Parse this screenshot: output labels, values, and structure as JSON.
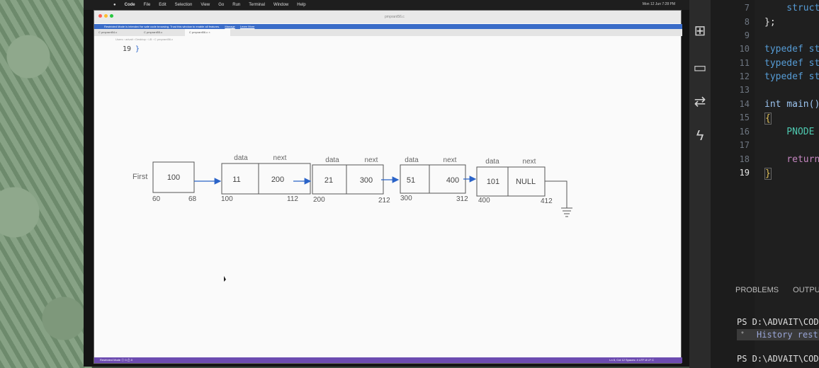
{
  "menubar": {
    "app": "Code",
    "items": [
      "File",
      "Edit",
      "Selection",
      "View",
      "Go",
      "Run",
      "Terminal",
      "Window",
      "Help"
    ],
    "clock": "Mon 12 Jun 7:28 PM"
  },
  "window": {
    "title": "pmprant56.c",
    "restricted_text": "Restricted Mode is intended for safe code browsing. Trust this window to enable all features.",
    "manage_label": "Manage",
    "learn_more_label": "Learn More",
    "tabs": [
      "C pmprant54.c",
      "C pmprant55.c",
      "C pmprant56.c ×"
    ],
    "breadcrumb": "Users › advait › Desktop › LB › C pmprant56.c",
    "code_line_number": "19",
    "code_line_text": "}",
    "statusbar_left": "Restricted Mode   ⓧ 0 ⚠ 0",
    "statusbar_right": "Ln 6, Col 12   Spaces: 4   UTF-8   LF   C"
  },
  "diagram": {
    "head_label": "First",
    "head_value": "100",
    "head_addr_start": "60",
    "head_addr_end": "68",
    "field_labels": {
      "data": "data",
      "next": "next"
    },
    "nodes": [
      {
        "data": "11",
        "next": "200",
        "addr_start": "100",
        "addr_end": "112"
      },
      {
        "data": "21",
        "next": "300",
        "addr_start": "200",
        "addr_end": "212"
      },
      {
        "data": "51",
        "next": "400",
        "addr_start": "300",
        "addr_end": "312"
      },
      {
        "data": "101",
        "next": "NULL",
        "addr_start": "400",
        "addr_end": "412"
      }
    ]
  },
  "editor": {
    "lines": [
      {
        "n": "7",
        "text": "    struct"
      },
      {
        "n": "8",
        "text": "};"
      },
      {
        "n": "9",
        "text": ""
      },
      {
        "n": "10",
        "text": "typedef st"
      },
      {
        "n": "11",
        "text": "typedef st"
      },
      {
        "n": "12",
        "text": "typedef st"
      },
      {
        "n": "13",
        "text": ""
      },
      {
        "n": "14",
        "text": "int main()"
      },
      {
        "n": "15",
        "text": "{"
      },
      {
        "n": "16",
        "text": "    PNODE"
      },
      {
        "n": "17",
        "text": ""
      },
      {
        "n": "18",
        "text": "    return"
      },
      {
        "n": "19",
        "text": "}"
      }
    ]
  },
  "panel": {
    "tabs": [
      "PROBLEMS",
      "OUTPUT"
    ],
    "prompt1": "PS D:\\ADVAIT\\COD",
    "history": "History rest",
    "prompt2": "PS D:\\ADVAIT\\COD"
  },
  "colors": {
    "accent": "#3a6cc8",
    "statusbar": "#6c4bb0",
    "keyword": "#569cd6"
  }
}
